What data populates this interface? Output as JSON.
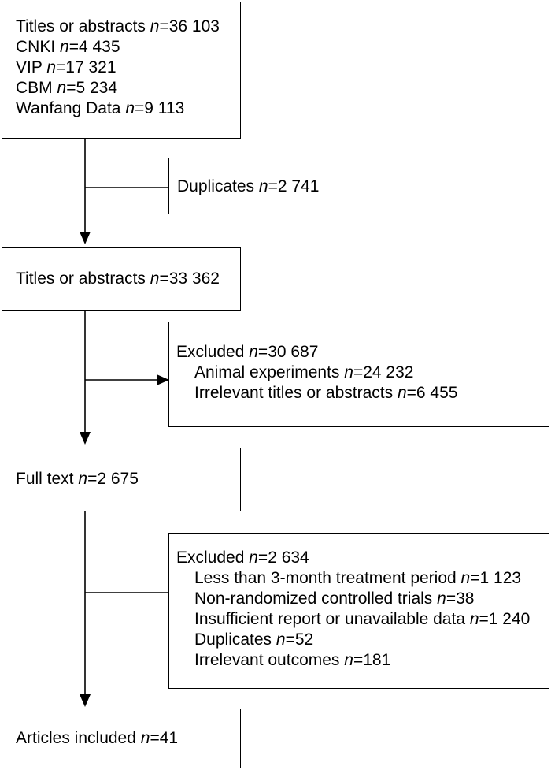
{
  "boxes": {
    "records_identified": {
      "lines": [
        {
          "label": "Titles or abstracts",
          "n": "36 103"
        },
        {
          "label": "CNKI",
          "n": "4 435"
        },
        {
          "label": "VIP",
          "n": "17 321"
        },
        {
          "label": "CBM",
          "n": "5 234"
        },
        {
          "label": "Wanfang Data",
          "n": "9 113"
        }
      ]
    },
    "duplicates_removed": {
      "lines": [
        {
          "label": "Duplicates",
          "n": "2 741"
        }
      ]
    },
    "records_screened": {
      "lines": [
        {
          "label": "Titles or abstracts",
          "n": "33 362"
        }
      ]
    },
    "records_excluded": {
      "lines": [
        {
          "label": "Excluded",
          "n": "30 687"
        },
        {
          "label": "Animal experiments",
          "n": "24 232"
        },
        {
          "label": "Irrelevant titles or abstracts",
          "n": "6 455"
        }
      ]
    },
    "full_text": {
      "lines": [
        {
          "label": "Full text",
          "n": "2 675"
        }
      ]
    },
    "full_text_excluded": {
      "lines": [
        {
          "label": "Excluded",
          "n": "2 634"
        },
        {
          "label": "Less than 3-month treatment period",
          "n": "1 123"
        },
        {
          "label": "Non-randomized controlled trials",
          "n": "38"
        },
        {
          "label": "Insufficient report or unavailable data",
          "n": "1 240"
        },
        {
          "label": "Duplicates",
          "n": "52"
        },
        {
          "label": "Irrelevant outcomes",
          "n": "181"
        }
      ]
    },
    "included": {
      "lines": [
        {
          "label": "Articles included",
          "n": "41"
        }
      ]
    }
  },
  "n_symbol": "n",
  "equals_sign": "="
}
